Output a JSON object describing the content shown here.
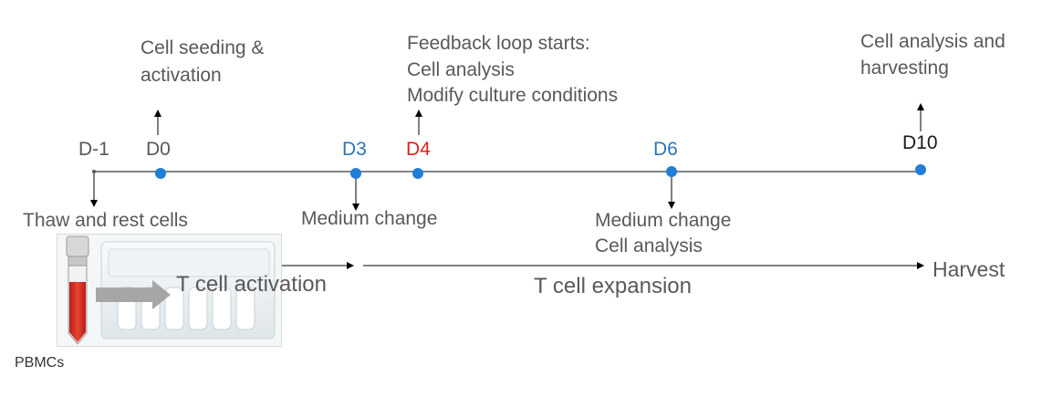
{
  "timeline": {
    "days": [
      {
        "label": "D-1",
        "color": "#595959"
      },
      {
        "label": "D0",
        "color": "#595959"
      },
      {
        "label": "D3",
        "color": "#2e75b6"
      },
      {
        "label": "D4",
        "color": "#e02020"
      },
      {
        "label": "D6",
        "color": "#2e75b6"
      },
      {
        "label": "D10",
        "color": "#1a1a1a"
      }
    ],
    "point_color": "#1f7fd6"
  },
  "annotations": {
    "d0_above": [
      "Cell seeding &",
      "activation"
    ],
    "d4_above": [
      "Feedback loop starts:",
      "Cell analysis",
      "Modify culture conditions"
    ],
    "d10_above": [
      "Cell analysis and",
      "harvesting"
    ],
    "dm1_below": "Thaw and rest cells",
    "d3_below": "Medium change",
    "d6_below": [
      "Medium change",
      "Cell analysis"
    ]
  },
  "phases": {
    "activation": "T cell activation",
    "expansion": "T cell expansion",
    "end": "Harvest"
  },
  "image_caption": "PBMCs"
}
